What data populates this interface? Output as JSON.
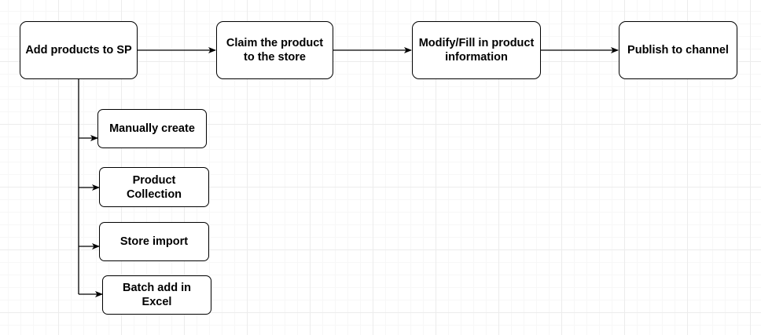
{
  "diagram": {
    "main_flow": [
      {
        "id": "add",
        "label": "Add products to SP"
      },
      {
        "id": "claim",
        "label": "Claim the product to the store"
      },
      {
        "id": "modify",
        "label": "Modify/Fill in product information"
      },
      {
        "id": "publish",
        "label": "Publish to channel"
      }
    ],
    "add_methods": [
      {
        "id": "manual",
        "label": "Manually create"
      },
      {
        "id": "collection",
        "label": "Product Collection"
      },
      {
        "id": "store_import",
        "label": "Store import"
      },
      {
        "id": "batch",
        "label": "Batch add in Excel"
      }
    ]
  }
}
